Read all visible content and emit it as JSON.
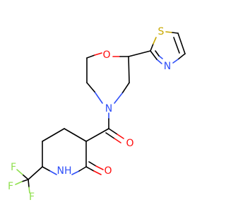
{
  "molecule": {
    "atoms": {
      "o_ring": "O",
      "n_morph": "N",
      "s_thz": "S",
      "n_thz": "N",
      "o_carbonyl": "O",
      "o_lactam": "O",
      "nh_lactam": "NH",
      "f1": "F",
      "f2": "F",
      "f3": "F"
    },
    "colors": {
      "carbon": "#000000",
      "oxygen": "#ff0d0d",
      "nitrogen": "#3050f8",
      "sulfur": "#c8a800",
      "fluorine": "#90e050"
    }
  }
}
